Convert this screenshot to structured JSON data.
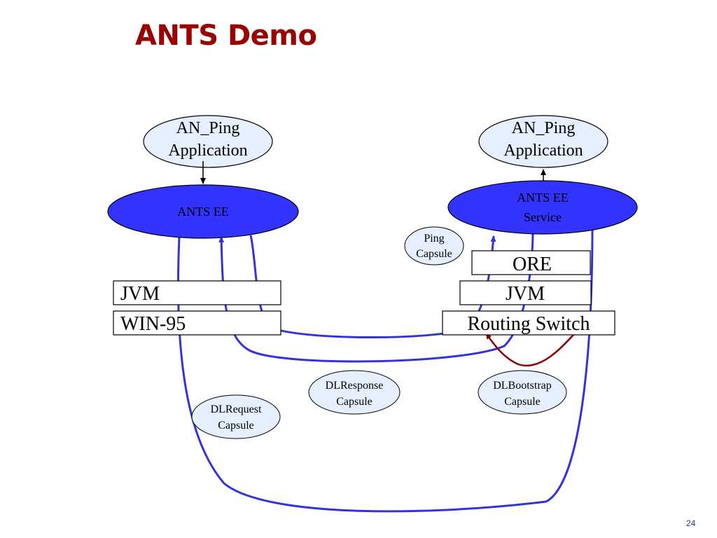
{
  "slide": {
    "title": "ANTS Demo",
    "page_number": "24"
  },
  "diagram": {
    "left_app": {
      "line1": "AN_Ping",
      "line2": "Application"
    },
    "right_app": {
      "line1": "AN_Ping",
      "line2": "Application"
    },
    "left_ee": {
      "label": "ANTS EE"
    },
    "right_ee": {
      "line1": "ANTS EE",
      "line2": "Service"
    },
    "left_stack": {
      "jvm": "JVM",
      "os": "WIN-95"
    },
    "right_stack": {
      "ore": "ORE",
      "jvm": "JVM",
      "switch": "Routing Switch"
    },
    "capsules": {
      "ping": {
        "line1": "Ping",
        "line2": "Capsule"
      },
      "dlresponse": {
        "line1": "DLResponse",
        "line2": "Capsule"
      },
      "dlbootstrap": {
        "line1": "DLBootstrap",
        "line2": "Capsule"
      },
      "dlrequest": {
        "line1": "DLRequest",
        "line2": "Capsule"
      }
    },
    "colors": {
      "title": "#990000",
      "ee_fill": "#3333ff",
      "app_fill": "#e6efff",
      "capsule_fill": "#e6efff",
      "flow_line": "#3333dd",
      "bootstrap_line": "#8b0000"
    }
  }
}
